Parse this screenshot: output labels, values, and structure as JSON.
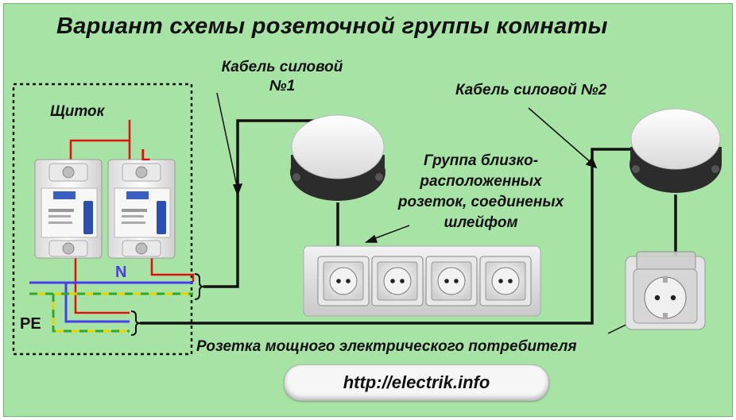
{
  "title": "Вариант схемы розеточной группы комнаты",
  "labels": {
    "panel": "Щиток",
    "phase": "L",
    "neutral": "N",
    "ground": "PE",
    "cable1_line1": "Кабель силовой",
    "cable1_line2": "№1",
    "cable2": "Кабель силовой №2",
    "group_line1": "Группа близко-",
    "group_line2": "расположенных",
    "group_line3": "розеток, соединеных",
    "group_line4": "шлейфом",
    "power_outlet": "Розетка мощного электрического потребителя"
  },
  "url": "http://electrik.info",
  "colors": {
    "background": "#a8e3a6",
    "phase_wire": "#e01010",
    "neutral_wire": "#4a3cf0",
    "ground_wire": "#e6d400",
    "ground_wire_stripe": "#2fa82f",
    "cable": "#111111"
  }
}
